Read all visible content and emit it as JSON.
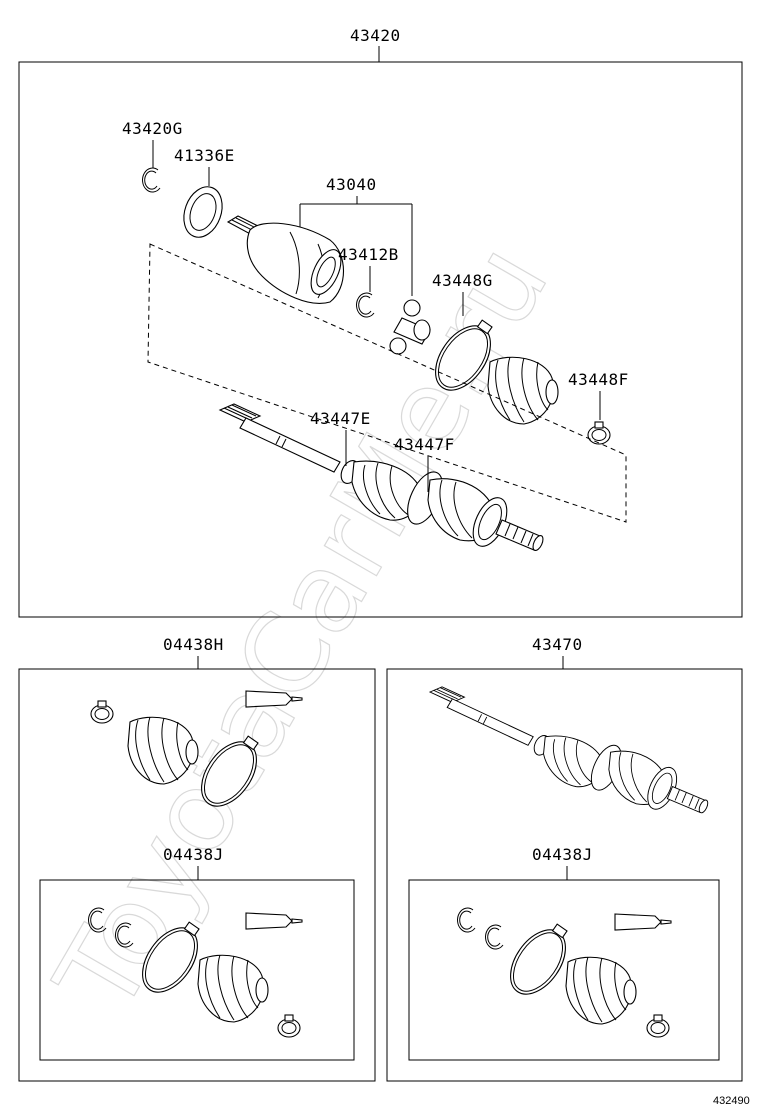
{
  "labels": {
    "top_assembly": "43420",
    "snap_ring": "43420G",
    "dust_seal": "41336E",
    "inboard_joint": "43040",
    "snap_ring_b": "43412B",
    "boot_clamp_g": "43448G",
    "boot_clamp_f": "43448F",
    "boot_clamp_e": "43447E",
    "boot_clamp_f2": "43447F",
    "boot_kit_left": "04438H",
    "axle_assembly_right": "43470",
    "boot_kit_inner_left": "04438J",
    "boot_kit_inner_right": "04438J"
  },
  "watermark": "ToyotaCarMe.ru",
  "diagram_code": "432490"
}
